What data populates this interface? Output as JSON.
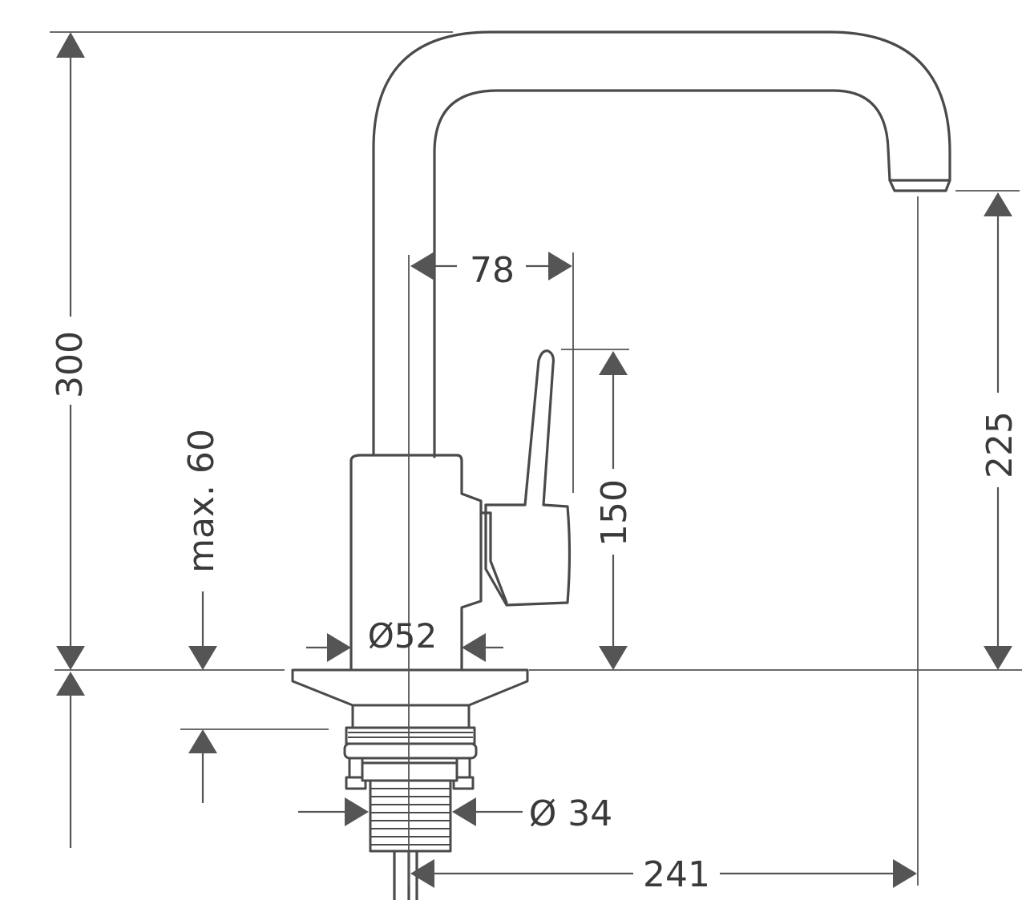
{
  "dimensions": {
    "total_height": "300",
    "max_counter_thickness": "max. 60",
    "lever_offset": "78",
    "lever_height": "150",
    "spout_height": "225",
    "body_diameter": "Ø52",
    "shank_diameter": "Ø 34",
    "spout_reach": "241"
  },
  "colors": {
    "line": "#4a4a4a",
    "background": "#ffffff"
  }
}
